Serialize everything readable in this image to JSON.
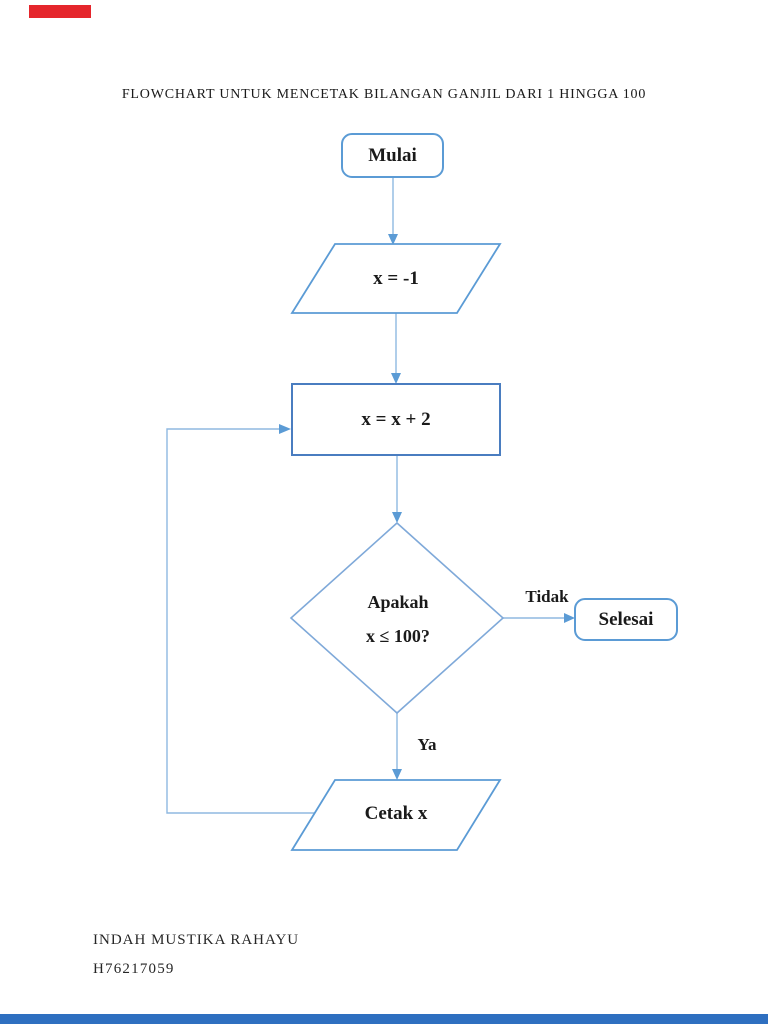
{
  "page": {
    "title": "FLOWCHART UNTUK MENCETAK BILANGAN GANJIL DARI 1 HINGGA 100",
    "footer": {
      "line1": "INDAH MUSTIKA RAHAYU",
      "line2": "H76217059"
    }
  },
  "flowchart": {
    "nodes": {
      "start": {
        "label": "Mulai",
        "type": "terminator"
      },
      "init": {
        "label": "x = -1",
        "type": "io"
      },
      "increment": {
        "label": "x = x + 2",
        "type": "process"
      },
      "decision": {
        "label_line1": "Apakah",
        "label_line2": "x ≤ 100?",
        "type": "decision"
      },
      "end": {
        "label": "Selesai",
        "type": "terminator"
      },
      "print": {
        "label": "Cetak x",
        "type": "io"
      }
    },
    "edges": [
      {
        "from": "start",
        "to": "init",
        "label": ""
      },
      {
        "from": "init",
        "to": "increment",
        "label": ""
      },
      {
        "from": "increment",
        "to": "decision",
        "label": ""
      },
      {
        "from": "decision",
        "to": "end",
        "label": "Tidak"
      },
      {
        "from": "decision",
        "to": "print",
        "label": "Ya"
      },
      {
        "from": "print",
        "to": "increment",
        "label": ""
      }
    ],
    "colors": {
      "terminator_border": "#5b9bd5",
      "io_border": "#5b9bd5",
      "process_border": "#4a7dc0",
      "decision_border": "#7fa9d9",
      "connector": "#8fb8e0",
      "arrowhead": "#5b9bd5",
      "text": "#1a1a1a",
      "top_ribbon": "#e5262c",
      "bottom_bar": "#2e6fc0"
    }
  }
}
